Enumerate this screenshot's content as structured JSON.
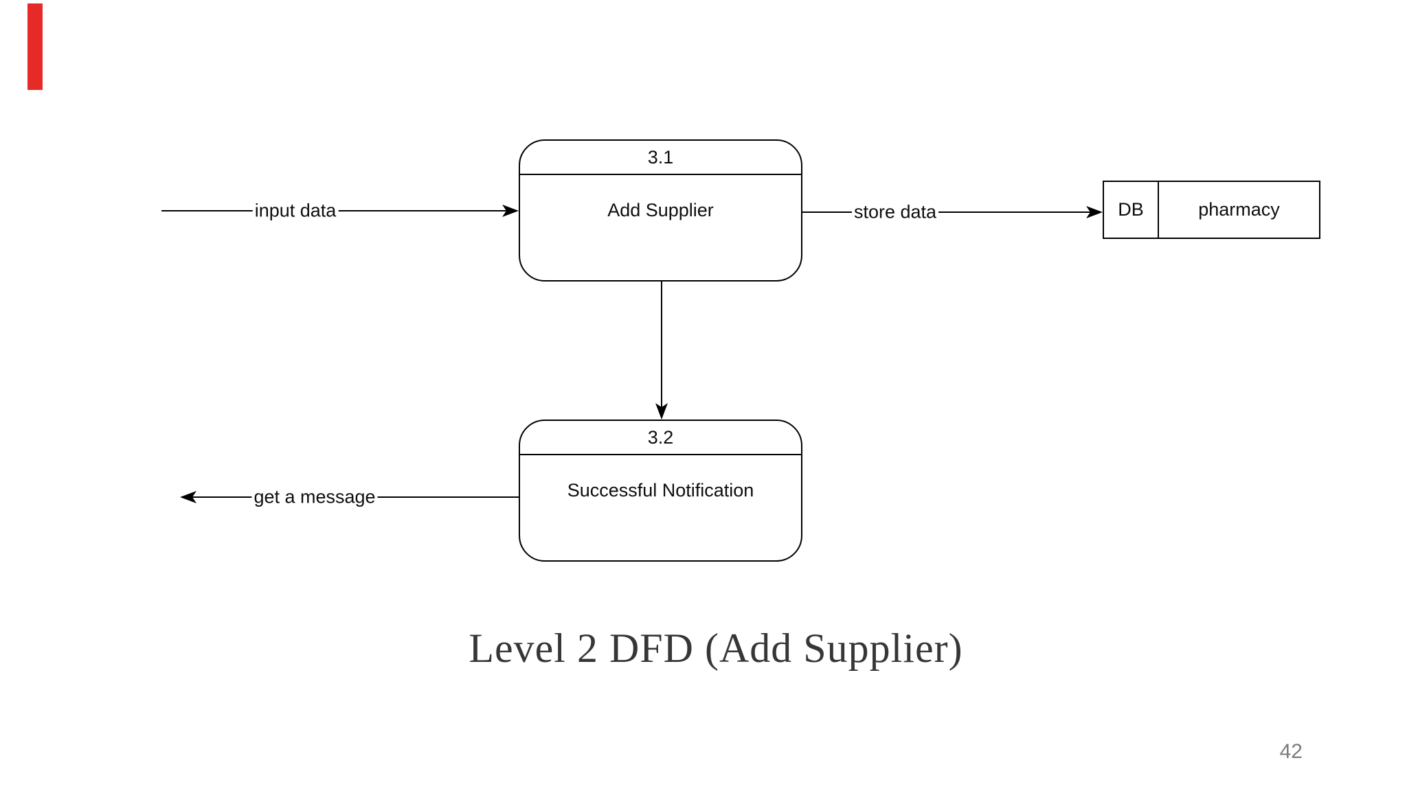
{
  "title": "Level 2 DFD (Add Supplier)",
  "page_number": "42",
  "colors": {
    "accent_red": "#e62a28",
    "line_black": "#000000",
    "title_text": "#363636",
    "page_number_gray": "#7b7b80",
    "background": "#ffffff"
  },
  "diagram": {
    "processes": [
      {
        "id": "3.1",
        "label": "Add Supplier"
      },
      {
        "id": "3.2",
        "label": "Successful Notification"
      }
    ],
    "datastore": {
      "id": "DB",
      "name": "pharmacy"
    },
    "flows": {
      "input": {
        "label": "input data"
      },
      "store": {
        "label": "store data"
      },
      "message": {
        "label": "get a message"
      }
    }
  }
}
